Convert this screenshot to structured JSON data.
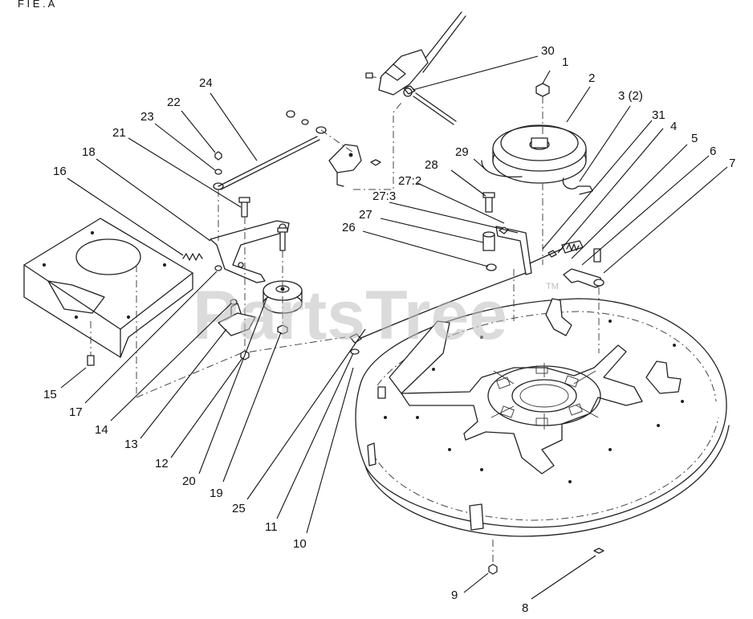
{
  "header_fragment": "F I E . A",
  "watermark": {
    "text": "PartsTree",
    "tm": "TM"
  },
  "callouts": [
    {
      "id": "c1",
      "text": "1"
    },
    {
      "id": "c2",
      "text": "2"
    },
    {
      "id": "c3",
      "text": "3 (2)"
    },
    {
      "id": "c4",
      "text": "4"
    },
    {
      "id": "c5",
      "text": "5"
    },
    {
      "id": "c6",
      "text": "6"
    },
    {
      "id": "c7",
      "text": "7"
    },
    {
      "id": "c8",
      "text": "8"
    },
    {
      "id": "c9",
      "text": "9"
    },
    {
      "id": "c10",
      "text": "10"
    },
    {
      "id": "c11",
      "text": "11"
    },
    {
      "id": "c12",
      "text": "12"
    },
    {
      "id": "c13",
      "text": "13"
    },
    {
      "id": "c14",
      "text": "14"
    },
    {
      "id": "c15",
      "text": "15"
    },
    {
      "id": "c16",
      "text": "16"
    },
    {
      "id": "c17",
      "text": "17"
    },
    {
      "id": "c18",
      "text": "18"
    },
    {
      "id": "c19",
      "text": "19"
    },
    {
      "id": "c20",
      "text": "20"
    },
    {
      "id": "c21",
      "text": "21"
    },
    {
      "id": "c22",
      "text": "22"
    },
    {
      "id": "c23",
      "text": "23"
    },
    {
      "id": "c24",
      "text": "24"
    },
    {
      "id": "c25",
      "text": "25"
    },
    {
      "id": "c26",
      "text": "26"
    },
    {
      "id": "c27",
      "text": "27"
    },
    {
      "id": "c272",
      "text": "27:2"
    },
    {
      "id": "c273",
      "text": "27:3"
    },
    {
      "id": "c28",
      "text": "28"
    },
    {
      "id": "c29",
      "text": "29"
    },
    {
      "id": "c30",
      "text": "30"
    },
    {
      "id": "c31",
      "text": "31"
    }
  ]
}
